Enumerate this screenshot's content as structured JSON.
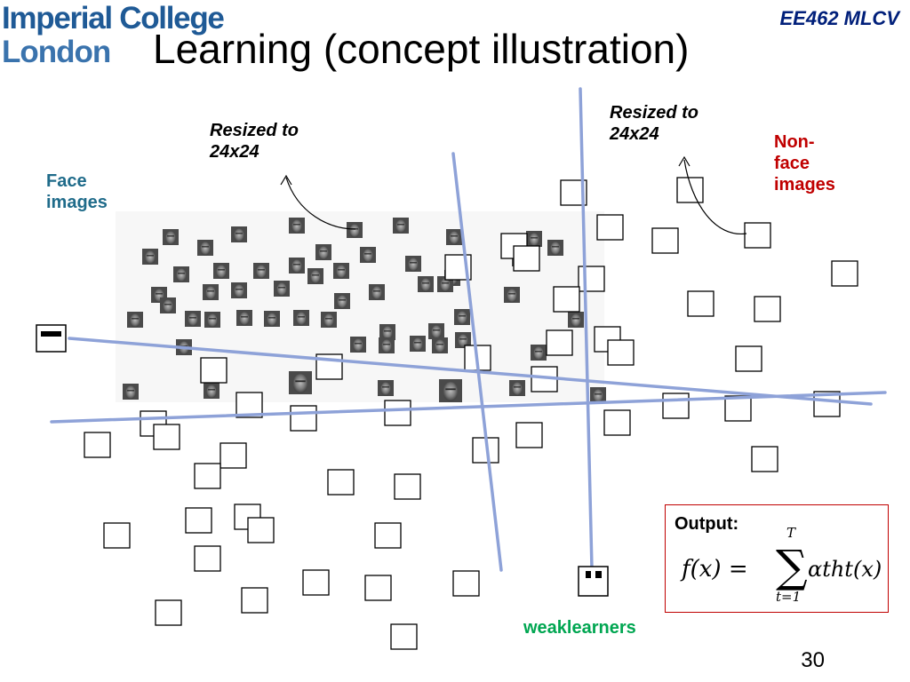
{
  "header": {
    "logo_line1": "Imperial College",
    "logo_line2": "London",
    "course": "EE462 MLCV",
    "title": "Learning (concept illustration)"
  },
  "labels": {
    "resized_left_1": "Resized to",
    "resized_left_2": "24x24",
    "resized_right_1": "Resized to",
    "resized_right_2": "24x24",
    "face_1": "Face",
    "face_2": "images",
    "nonface_1": "Non-",
    "nonface_2": "face",
    "nonface_3": "images",
    "weaklearners": "weaklearners"
  },
  "output": {
    "label": "Output:",
    "formula_lhs": "f(x) =",
    "sum_top": "T",
    "sum_bottom": "t=1",
    "summand": "αtht(x)"
  },
  "page_number": "30",
  "colors": {
    "line": "#8ea2d8",
    "face_label": "#1f6b8a",
    "nonface_label": "#c00000",
    "weak_label": "#00a651",
    "output_border": "#c00000"
  }
}
